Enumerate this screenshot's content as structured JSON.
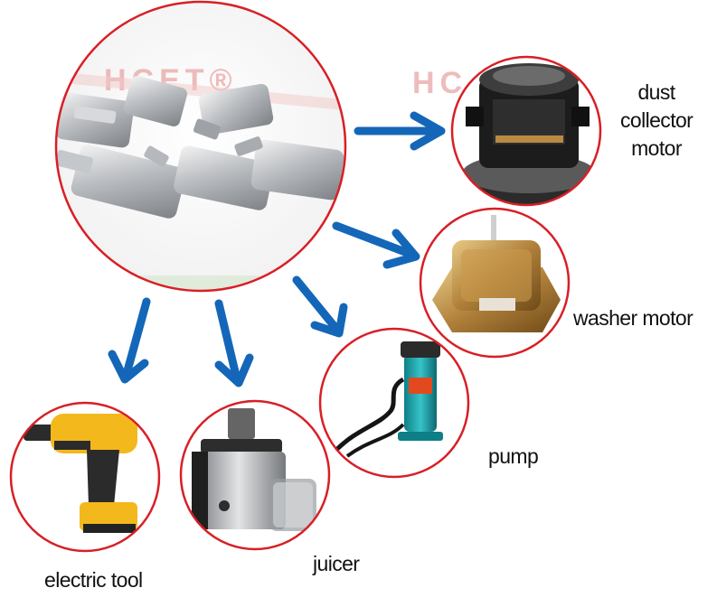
{
  "source": {
    "name": "thermal-protector-parts",
    "watermark": "HCET®",
    "watermark_partial": "HC"
  },
  "applications": [
    {
      "id": "dust-collector-motor",
      "label": "dust collector motor"
    },
    {
      "id": "washer-motor",
      "label": "washer motor"
    },
    {
      "id": "pump",
      "label": "pump"
    },
    {
      "id": "juicer",
      "label": "juicer"
    },
    {
      "id": "electric-tool",
      "label": "electric tool"
    }
  ],
  "colors": {
    "circle_border": "#d81f26",
    "arrow": "#1467b8",
    "label_text": "#111111",
    "watermark": "#e9a6a6"
  }
}
